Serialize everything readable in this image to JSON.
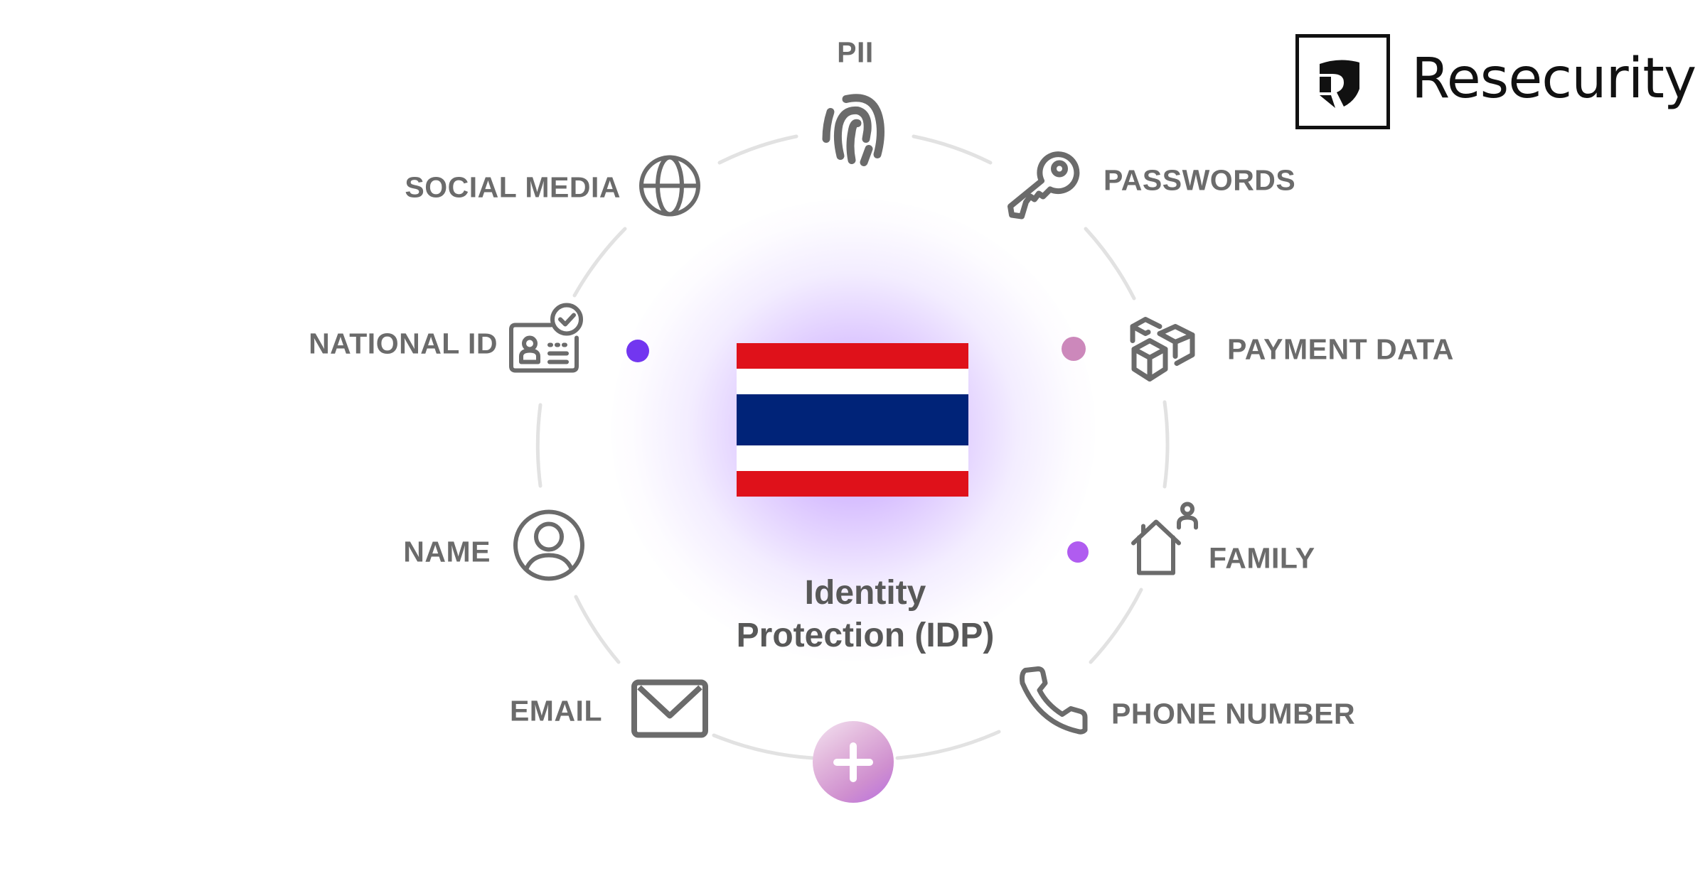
{
  "brand": {
    "logo_letter": "R",
    "name": "Resecurity"
  },
  "center": {
    "title_line1": "Identity",
    "title_line2": "Protection (IDP)",
    "flag": {
      "country": "Thailand",
      "stripes": [
        "#df111a",
        "#ffffff",
        "#002378",
        "#ffffff",
        "#df111a"
      ]
    }
  },
  "nodes": [
    {
      "id": "pii",
      "label": "PII",
      "icon": "fingerprint-icon"
    },
    {
      "id": "passwords",
      "label": "PASSWORDS",
      "icon": "key-icon"
    },
    {
      "id": "payment-data",
      "label": "PAYMENT DATA",
      "icon": "boxes-icon"
    },
    {
      "id": "family",
      "label": "FAMILY",
      "icon": "house-person-icon"
    },
    {
      "id": "phone-number",
      "label": "PHONE NUMBER",
      "icon": "phone-icon"
    },
    {
      "id": "add",
      "label": "+",
      "icon": "plus-icon"
    },
    {
      "id": "email",
      "label": "EMAIL",
      "icon": "envelope-icon"
    },
    {
      "id": "name",
      "label": "NAME",
      "icon": "user-circle-icon"
    },
    {
      "id": "national-id",
      "label": "NATIONAL ID",
      "icon": "id-card-check-icon"
    },
    {
      "id": "social-media",
      "label": "SOCIAL MEDIA",
      "icon": "globe-icon"
    }
  ],
  "colors": {
    "label_gray": "#6b6b6b",
    "title_gray": "#585858",
    "ring": "#e2e2e2",
    "dot_violet": "#7236f0",
    "dot_pink": "#cc88bb",
    "dot_purple": "#b05cf0",
    "glow": "#b48cff"
  }
}
